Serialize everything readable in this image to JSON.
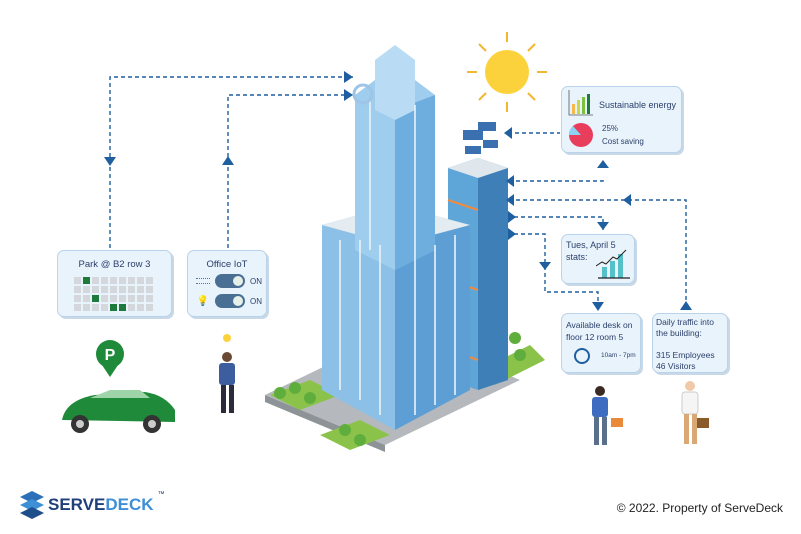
{
  "parking": {
    "title": "Park @ B2 row 3",
    "grid": [
      [
        0,
        1,
        0,
        0,
        0,
        0,
        0,
        0,
        0
      ],
      [
        0,
        0,
        0,
        0,
        0,
        0,
        0,
        0,
        0
      ],
      [
        0,
        0,
        1,
        0,
        0,
        0,
        0,
        0,
        0
      ],
      [
        0,
        0,
        0,
        0,
        1,
        1,
        0,
        0,
        0
      ]
    ],
    "marker": "P"
  },
  "iot": {
    "title": "Office IoT",
    "items": [
      {
        "icon": "ac-waves-icon",
        "state": "ON"
      },
      {
        "icon": "lightbulb-icon",
        "state": "ON"
      }
    ]
  },
  "energy": {
    "title": "Sustainable energy",
    "percent": "25%",
    "label": "Cost saving"
  },
  "stats": {
    "title": "Tues, April 5 stats:"
  },
  "desk": {
    "title": "Available desk on floor 12 room 5",
    "hours": "10am - 7pm"
  },
  "traffic": {
    "title": "Daily traffic into the building:",
    "employees": "315 Employees",
    "visitors": "46 Visitors"
  },
  "footer": {
    "brand_a": "SERVE",
    "brand_b": "DECK",
    "tm": "™",
    "copyright": "© 2022. Property of ServeDeck"
  },
  "colors": {
    "accent": "#1f5fa0",
    "card": "#e8f3fc",
    "green": "#1e7a3a"
  }
}
